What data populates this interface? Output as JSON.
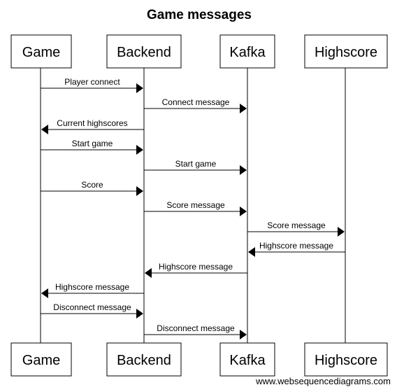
{
  "title": "Game messages",
  "credit": "www.websequencediagrams.com",
  "actors": [
    "Game",
    "Backend",
    "Kafka",
    "Highscore"
  ],
  "messages": [
    {
      "label": "Player connect",
      "from": 0,
      "to": 1
    },
    {
      "label": "Connect message",
      "from": 1,
      "to": 2
    },
    {
      "label": "Current highscores",
      "from": 1,
      "to": 0
    },
    {
      "label": "Start game",
      "from": 0,
      "to": 1
    },
    {
      "label": "Start game",
      "from": 1,
      "to": 2
    },
    {
      "label": "Score",
      "from": 0,
      "to": 1
    },
    {
      "label": "Score message",
      "from": 1,
      "to": 2
    },
    {
      "label": "Score message",
      "from": 2,
      "to": 3
    },
    {
      "label": "Highscore message",
      "from": 3,
      "to": 2
    },
    {
      "label": "Highscore message",
      "from": 2,
      "to": 1
    },
    {
      "label": "Highscore message",
      "from": 1,
      "to": 0
    },
    {
      "label": "Disconnect message",
      "from": 0,
      "to": 1
    },
    {
      "label": "Disconnect message",
      "from": 1,
      "to": 2
    }
  ]
}
